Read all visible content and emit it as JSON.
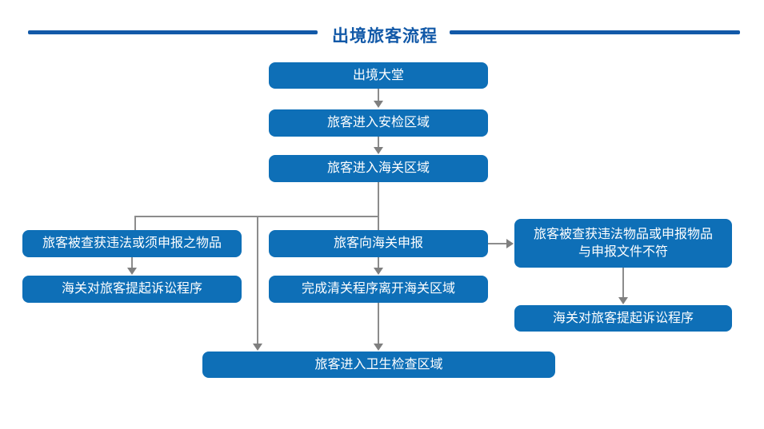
{
  "title": "出境旅客流程",
  "colors": {
    "box_blue": "#0E6FB7",
    "title_blue": "#1259A8",
    "connector_line_gray": "#8C8C8C",
    "arrow_gray": "#7F7F7F",
    "node_text": "#FFFFFF",
    "background": "#FFFFFF"
  },
  "nodes": {
    "departure_hall": "出境大堂",
    "security_area": "旅客进入安检区域",
    "customs_area": "旅客进入海关区域",
    "seized_undeclared": "旅客被查获违法或须申报之物品",
    "prosecution_left": "海关对旅客提起诉讼程序",
    "declare_to_customs": "旅客向海关申报",
    "clearance_exit": "完成清关程序离开海关区域",
    "seized_mismatch": "旅客被查获违法物品或申报物品与申报文件不符",
    "prosecution_right": "海关对旅客提起诉讼程序",
    "health_inspection_area": "旅客进入卫生检查区域"
  },
  "edges": [
    {
      "from": "departure_hall",
      "to": "security_area",
      "type": "arrow"
    },
    {
      "from": "security_area",
      "to": "customs_area",
      "type": "arrow"
    },
    {
      "from": "customs_area",
      "to": "seized_undeclared",
      "type": "line"
    },
    {
      "from": "customs_area",
      "to": "declare_to_customs",
      "type": "line"
    },
    {
      "from": "customs_area",
      "to": "health_inspection_area",
      "type": "arrow"
    },
    {
      "from": "seized_undeclared",
      "to": "prosecution_left",
      "type": "arrow"
    },
    {
      "from": "declare_to_customs",
      "to": "clearance_exit",
      "type": "arrow"
    },
    {
      "from": "declare_to_customs",
      "to": "seized_mismatch",
      "type": "arrow"
    },
    {
      "from": "clearance_exit",
      "to": "health_inspection_area",
      "type": "arrow"
    },
    {
      "from": "seized_mismatch",
      "to": "prosecution_right",
      "type": "arrow"
    }
  ]
}
